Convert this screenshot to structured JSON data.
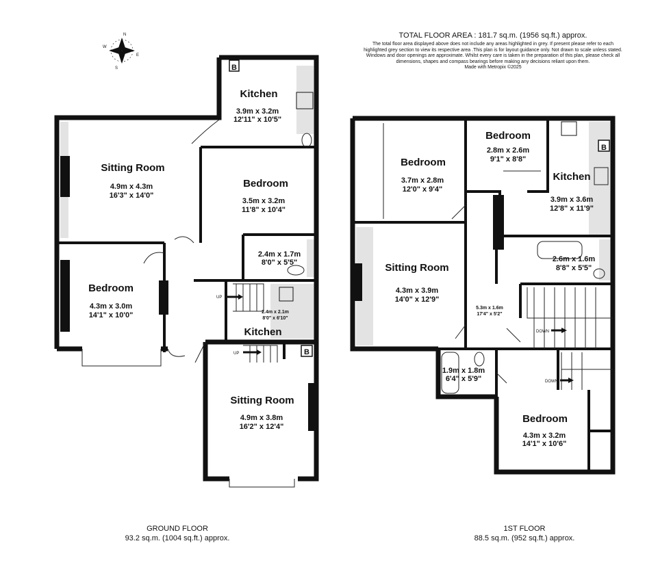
{
  "header": {
    "total_area": "TOTAL FLOOR AREA : 181.7 sq.m. (1956 sq.ft.) approx.",
    "disclaimer": "The total floor area displayed above does not include any areas highlighted in grey. If present please refer to each highlighted grey section to view its respective area .This plan is for layout guidance only. Not drawn to scale unless stated. Windows and door openings are approximate. Whilst every care is taken in the preparation of this plan, please check all dimensions, shapes and compass bearings before making any decisions reliant upon them.",
    "credit": "Made with Metropix ©2025"
  },
  "compass": {
    "n": "N",
    "e": "E",
    "s": "S",
    "w": "W"
  },
  "ground_floor": {
    "name": "GROUND FLOOR",
    "area": "93.2 sq.m. (1004 sq.ft.) approx.",
    "rooms": [
      {
        "name": "Kitchen",
        "metric": "3.9m  x 3.2m",
        "imperial": "12'11\"  x 10'5\""
      },
      {
        "name": "Sitting Room",
        "metric": "4.9m  x 4.3m",
        "imperial": "16'3\"  x 14'0\""
      },
      {
        "name": "Bedroom",
        "metric": "3.5m  x 3.2m",
        "imperial": "11'8\"  x 10'4\""
      },
      {
        "name": "",
        "metric": "2.4m  x 1.7m",
        "imperial": "8'0\"  x 5'5\""
      },
      {
        "name": "Bedroom",
        "metric": "4.3m  x 3.0m",
        "imperial": "14'1\"  x 10'0\""
      },
      {
        "name": "Kitchen",
        "metric": "2.4m  x 2.1m",
        "imperial": "8'0\"  x 6'10\""
      },
      {
        "name": "Sitting Room",
        "metric": "4.9m  x 3.8m",
        "imperial": "16'2\"  x 12'4\""
      }
    ],
    "labels": {
      "boiler1": "B",
      "boiler2": "B",
      "up1": "UP",
      "up2": "UP"
    }
  },
  "first_floor": {
    "name": "1ST FLOOR",
    "area": "88.5 sq.m. (952 sq.ft.) approx.",
    "rooms": [
      {
        "name": "Bedroom",
        "metric": "3.7m  x 2.8m",
        "imperial": "12'0\"  x 9'4\""
      },
      {
        "name": "Bedroom",
        "metric": "2.8m  x 2.6m",
        "imperial": "9'1\"  x 8'8\""
      },
      {
        "name": "Kitchen",
        "metric": "3.9m  x 3.6m",
        "imperial": "12'8\"  x 11'9\""
      },
      {
        "name": "Sitting Room",
        "metric": "4.3m  x 3.9m",
        "imperial": "14'0\"  x 12'9\""
      },
      {
        "name": "",
        "metric": "2.6m  x 1.6m",
        "imperial": "8'8\"  x 5'5\""
      },
      {
        "name": "",
        "metric": "5.3m  x 1.6m",
        "imperial": "17'4\"  x 5'2\""
      },
      {
        "name": "",
        "metric": "1.9m  x 1.8m",
        "imperial": "6'4\"  x 5'9\""
      },
      {
        "name": "Bedroom",
        "metric": "4.3m  x 3.2m",
        "imperial": "14'1\"  x 10'6\""
      }
    ],
    "labels": {
      "boiler": "B",
      "down1": "DOWN",
      "down2": "DOWN"
    }
  }
}
